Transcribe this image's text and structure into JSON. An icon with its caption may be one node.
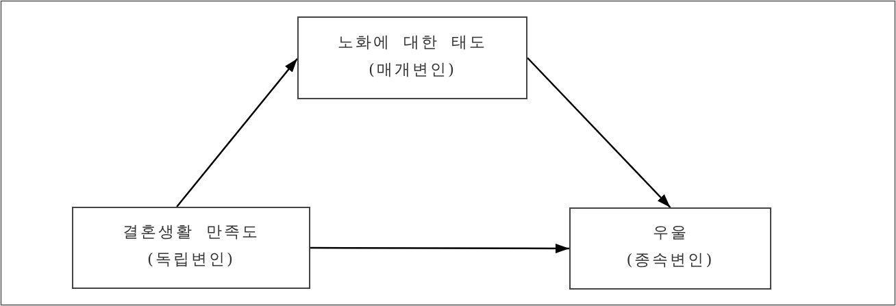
{
  "diagram": {
    "nodes": [
      {
        "text": [
          "노화에 대한 태도",
          "(매개변인)"
        ]
      },
      {
        "text": [
          "결혼생활 만족도",
          "(독립변인)"
        ]
      },
      {
        "text": [
          "우울",
          "(종속변인)"
        ]
      }
    ],
    "edges": [
      {
        "from": 1,
        "to": 0,
        "arrow": "to"
      },
      {
        "from": 0,
        "to": 2,
        "arrow": "to"
      },
      {
        "from": 1,
        "to": 2,
        "arrow": "to"
      }
    ]
  }
}
